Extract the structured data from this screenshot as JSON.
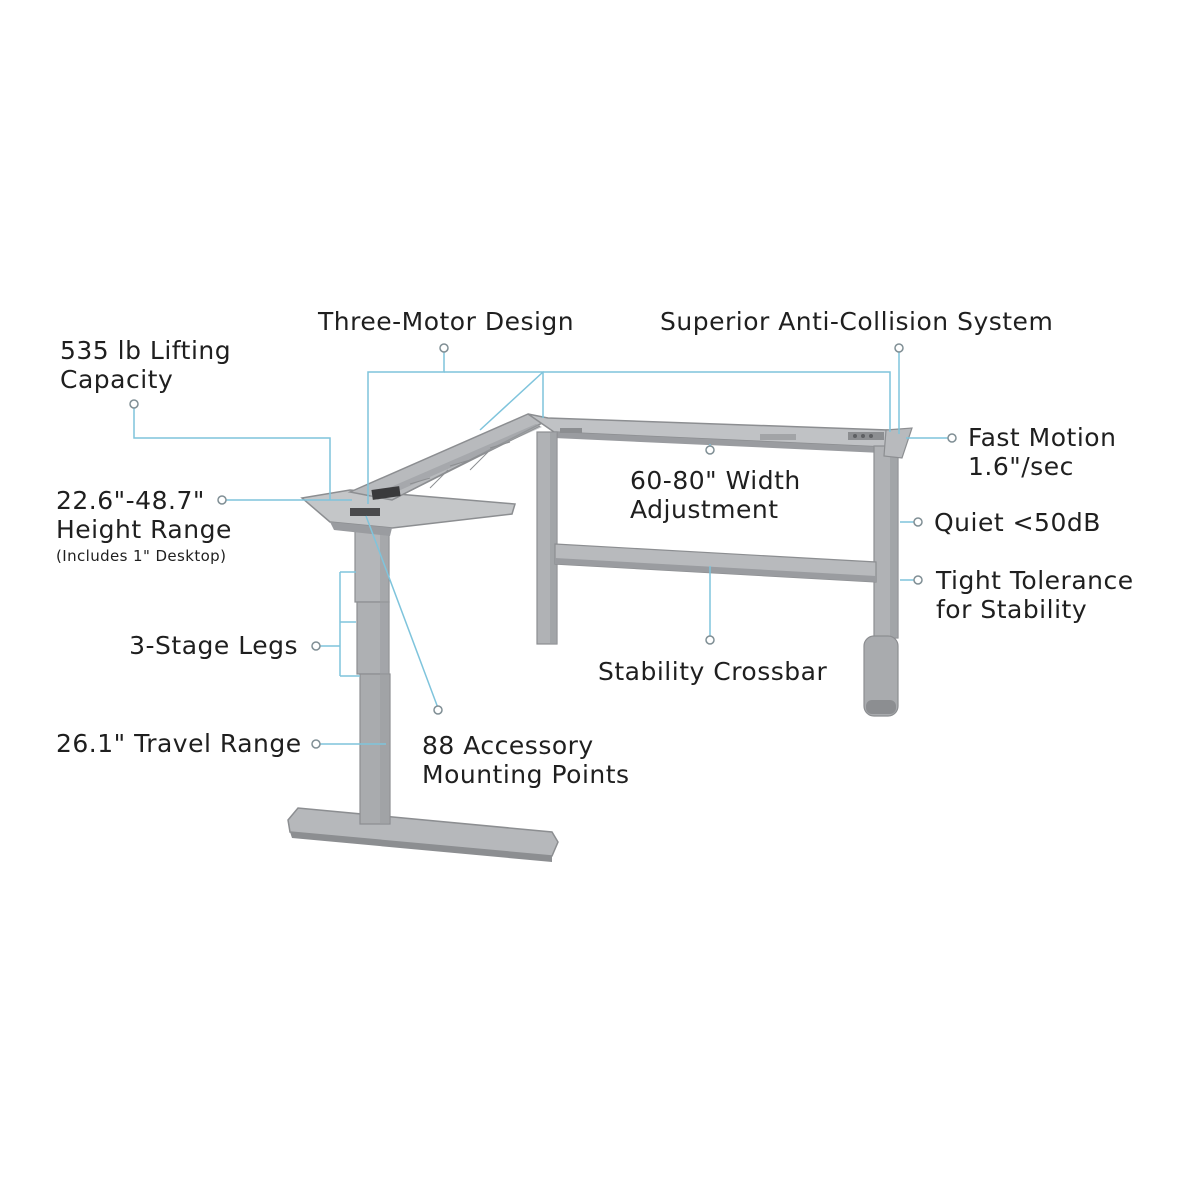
{
  "colors": {
    "background": "#ffffff",
    "frame": "#a9abae",
    "frame_light": "#c4c6c8",
    "frame_dark": "#8c8e91",
    "callout_line": "#7fc4dc",
    "text": "#1f1f1f"
  },
  "callouts": {
    "lifting": {
      "line1": "535 lb Lifting",
      "line2": "Capacity"
    },
    "three_motor": "Three-Motor Design",
    "anti_collision": "Superior Anti-Collision System",
    "fast_motion": {
      "line1": "Fast Motion",
      "line2": "1.6\"/sec"
    },
    "height": {
      "line1": "22.6\"-48.7\"",
      "line2": "Height Range",
      "note": "(Includes 1\" Desktop)"
    },
    "width": {
      "line1": "60-80\" Width",
      "line2": "Adjustment"
    },
    "quiet": "Quiet <50dB",
    "tolerance": {
      "line1": "Tight Tolerance",
      "line2": "for Stability"
    },
    "legs": "3-Stage Legs",
    "crossbar": "Stability Crossbar",
    "travel": "26.1\" Travel Range",
    "accessory": {
      "line1": "88 Accessory",
      "line2": "Mounting Points"
    }
  }
}
